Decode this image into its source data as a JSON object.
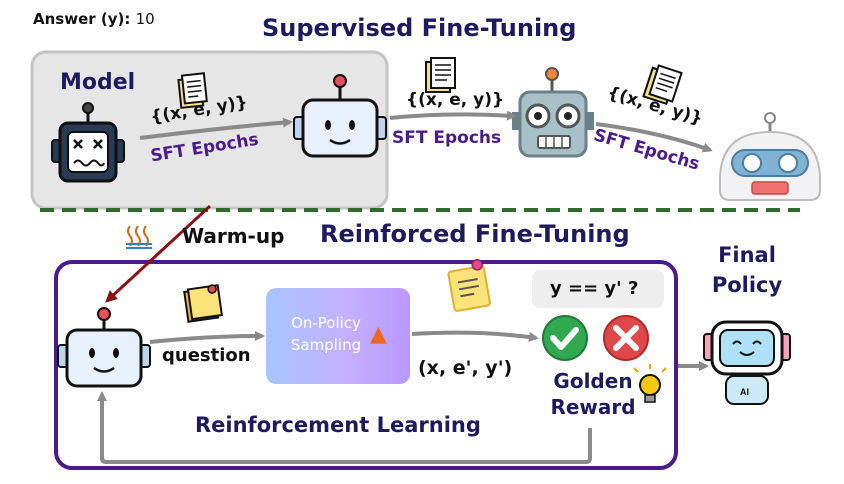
{
  "answer": {
    "label": "Answer (y):",
    "value": "10"
  },
  "sft": {
    "title": "Supervised Fine-Tuning",
    "model_label": "Model",
    "tuple": "{(x, e, y)}",
    "epochs_label": "SFT Epochs"
  },
  "rft": {
    "title": "Reinforced Fine-Tuning",
    "warmup": "Warm-up",
    "question": "question",
    "sampling": "On-Policy Sampling",
    "sample_tuple": "(x, e', y')",
    "check": "y == y' ?",
    "golden_reward": "Golden Reward",
    "rl_label": "Reinforcement Learning",
    "final_policy": "Final Policy"
  },
  "colors": {
    "title": "#1f1a5e",
    "sft_label": "#4b1b8e",
    "rl_frame": "#4b1b8e",
    "divider": "#2f6b2a",
    "warmup_arrow": "#8b1010",
    "check_green": "#2fa84f",
    "cross_red": "#e04848"
  }
}
